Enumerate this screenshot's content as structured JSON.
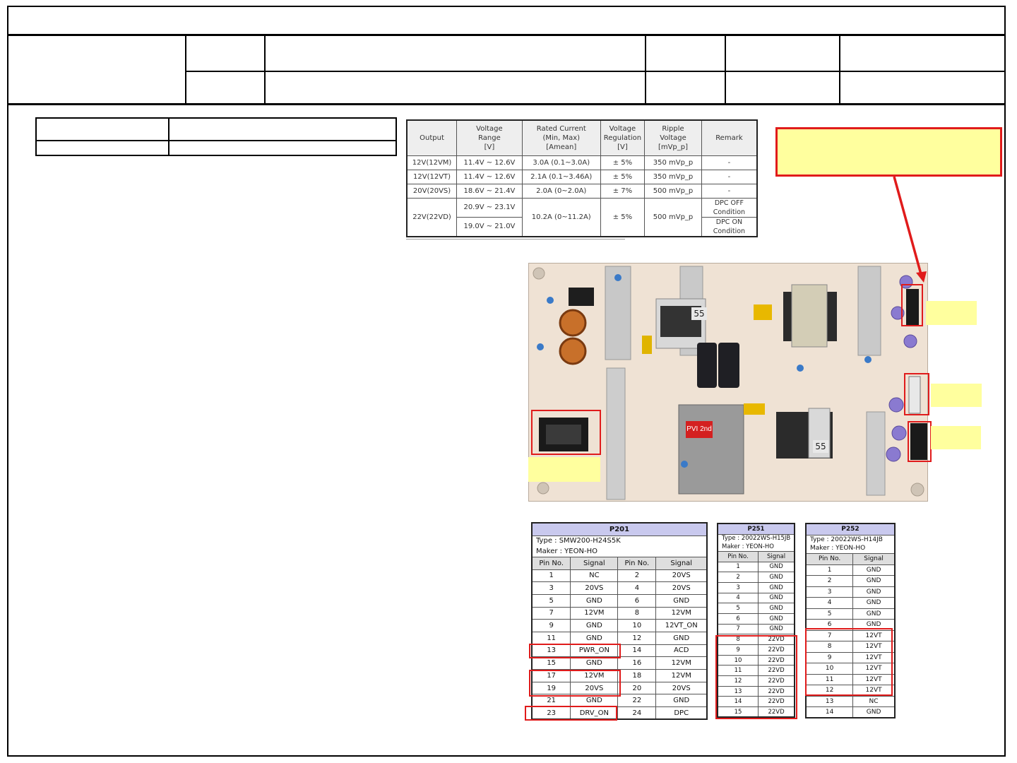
{
  "spec_table": {
    "headers": [
      "Output",
      "Voltage\nRange\n[V]",
      "Rated Current\n(Min, Max)\n[Amean]",
      "Voltage\nRegulation\n[V]",
      "Ripple\nVoltage\n[mVp_p]",
      "Remark"
    ],
    "rows": [
      [
        "12V(12VM)",
        "11.4V ~ 12.6V",
        "3.0A (0.1~3.0A)",
        "± 5%",
        "350 mVp_p",
        "-"
      ],
      [
        "12V(12VT)",
        "11.4V ~ 12.6V",
        "2.1A (0.1~3.46A)",
        "± 5%",
        "350 mVp_p",
        "-"
      ],
      [
        "20V(20VS)",
        "18.6V ~ 21.4V",
        "2.0A (0~2.0A)",
        "± 7%",
        "500 mVp_p",
        "-"
      ]
    ],
    "row22": {
      "output": "22V(22VD)",
      "range_a": "20.9V ~ 23.1V",
      "range_b": "19.0V ~ 21.0V",
      "current": "10.2A (0~11.2A)",
      "regulation": "± 5%",
      "ripple": "500 mVp_p",
      "remark_a": "DPC OFF Condition",
      "remark_b": "DPC ON Condition"
    }
  },
  "board": {
    "label_ps": "PVI 2nd",
    "label_55a": "55",
    "label_55b": "55"
  },
  "p201": {
    "title": "P201",
    "type": "Type : SMW200-H24S5K",
    "maker": "Maker : YEON-HO",
    "headers": [
      "Pin No.",
      "Signal",
      "Pin No.",
      "Signal"
    ],
    "rows": [
      [
        "1",
        "NC",
        "2",
        "20VS"
      ],
      [
        "3",
        "20VS",
        "4",
        "20VS"
      ],
      [
        "5",
        "GND",
        "6",
        "GND"
      ],
      [
        "7",
        "12VM",
        "8",
        "12VM"
      ],
      [
        "9",
        "GND",
        "10",
        "12VT_ON"
      ],
      [
        "11",
        "GND",
        "12",
        "GND"
      ],
      [
        "13",
        "PWR_ON",
        "14",
        "ACD"
      ],
      [
        "15",
        "GND",
        "16",
        "12VM"
      ],
      [
        "17",
        "12VM",
        "18",
        "12VM"
      ],
      [
        "19",
        "20VS",
        "20",
        "20VS"
      ],
      [
        "21",
        "GND",
        "22",
        "GND"
      ],
      [
        "23",
        "DRV_ON",
        "24",
        "DPC"
      ]
    ]
  },
  "p251": {
    "title": "P251",
    "type": "Type : 20022WS-H15JB",
    "maker": "Maker : YEON-HO",
    "headers": [
      "Pin No.",
      "Signal"
    ],
    "rows": [
      [
        "1",
        "GND"
      ],
      [
        "2",
        "GND"
      ],
      [
        "3",
        "GND"
      ],
      [
        "4",
        "GND"
      ],
      [
        "5",
        "GND"
      ],
      [
        "6",
        "GND"
      ],
      [
        "7",
        "GND"
      ],
      [
        "8",
        "22VD"
      ],
      [
        "9",
        "22VD"
      ],
      [
        "10",
        "22VD"
      ],
      [
        "11",
        "22VD"
      ],
      [
        "12",
        "22VD"
      ],
      [
        "13",
        "22VD"
      ],
      [
        "14",
        "22VD"
      ],
      [
        "15",
        "22VD"
      ]
    ]
  },
  "p252": {
    "title": "P252",
    "type": "Type : 20022WS-H14JB",
    "maker": "Maker : YEON-HO",
    "headers": [
      "Pin No.",
      "Signal"
    ],
    "rows": [
      [
        "1",
        "GND"
      ],
      [
        "2",
        "GND"
      ],
      [
        "3",
        "GND"
      ],
      [
        "4",
        "GND"
      ],
      [
        "5",
        "GND"
      ],
      [
        "6",
        "GND"
      ],
      [
        "7",
        "12VT"
      ],
      [
        "8",
        "12VT"
      ],
      [
        "9",
        "12VT"
      ],
      [
        "10",
        "12VT"
      ],
      [
        "11",
        "12VT"
      ],
      [
        "12",
        "12VT"
      ],
      [
        "13",
        "NC"
      ],
      [
        "14",
        "GND"
      ]
    ]
  },
  "colors": {
    "highlight_red": "#e01b1b",
    "note_yellow": "#ffff9e",
    "table_title": "#c9c9ee",
    "board_pcb": "#efe3d6"
  }
}
